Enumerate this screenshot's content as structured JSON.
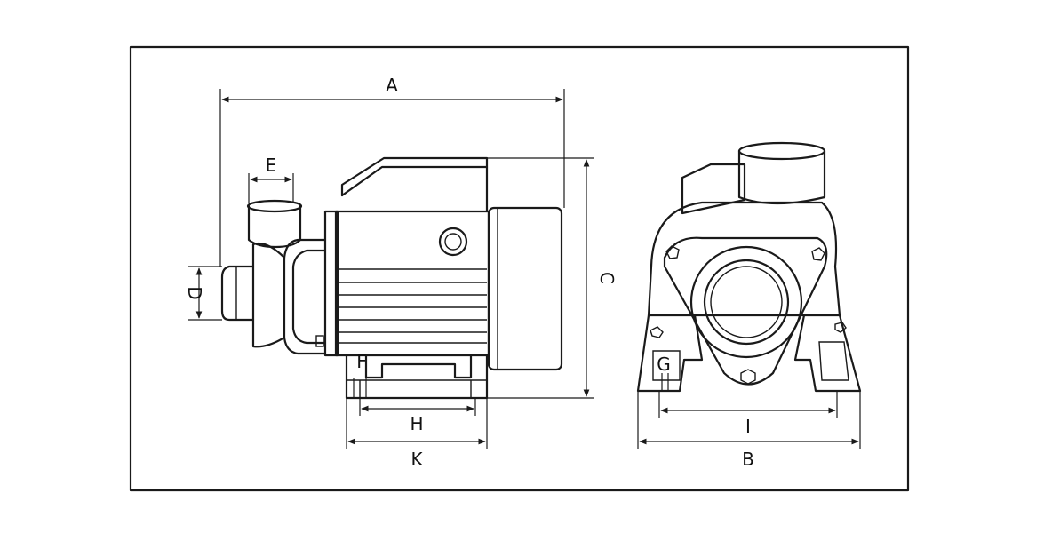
{
  "labels": {
    "A": "A",
    "B": "B",
    "C": "C",
    "D": "D",
    "E": "E",
    "F": "F",
    "G": "G",
    "H": "H",
    "I": "I",
    "K": "K"
  }
}
